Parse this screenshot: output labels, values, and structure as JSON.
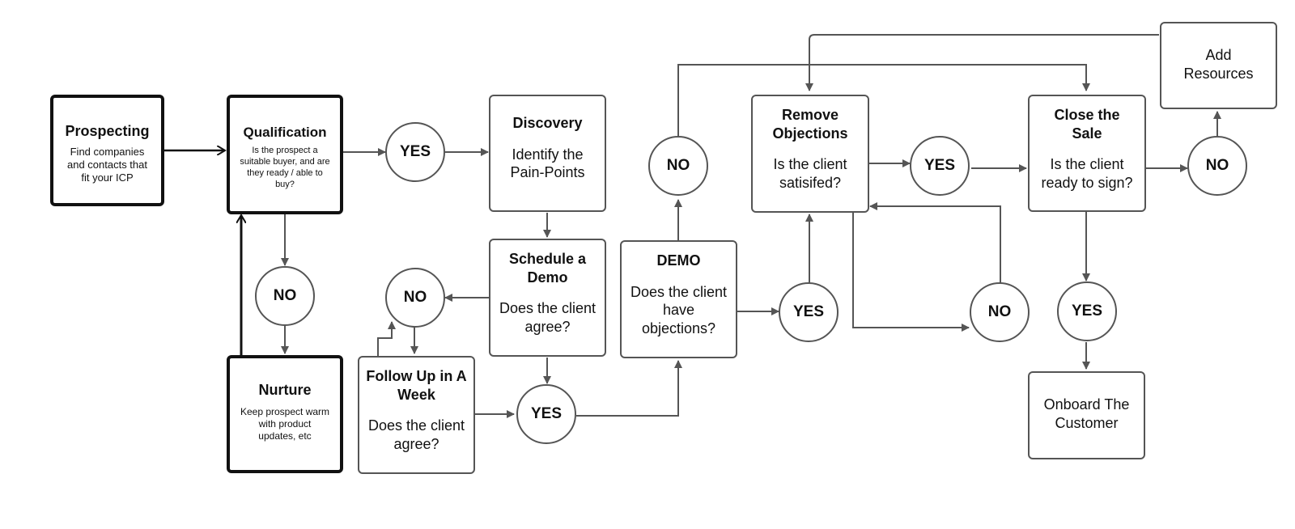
{
  "prospecting": {
    "title": "Prospecting",
    "body": "Find companies and contacts that fit your ICP"
  },
  "qualification": {
    "title": "Qualification",
    "body": "Is the prospect a suitable buyer, and are they ready / able to buy?"
  },
  "nurture": {
    "title": "Nurture",
    "body": "Keep prospect warm with product updates, etc"
  },
  "discovery": {
    "title": "Discovery",
    "body": "Identify the Pain-Points"
  },
  "schedule_demo": {
    "title": "Schedule a Demo",
    "body": "Does the client agree?"
  },
  "follow_up": {
    "title": "Follow Up in A Week",
    "body": "Does the client agree?"
  },
  "demo": {
    "title": "DEMO",
    "body": "Does the client have objections?"
  },
  "remove_objections": {
    "title": "Remove Objections",
    "body": "Is the client satisifed?"
  },
  "close_sale": {
    "title": "Close the Sale",
    "body": "Is the client ready to sign?"
  },
  "add_resources": {
    "body": "Add Resources"
  },
  "onboard": {
    "body": "Onboard The Customer"
  },
  "decisions": {
    "qual_yes": "YES",
    "qual_no": "NO",
    "schedule_no": "NO",
    "follow_yes": "YES",
    "demo_no": "NO",
    "demo_yes": "YES",
    "remove_yes": "YES",
    "remove_no": "NO",
    "close_no": "NO",
    "close_yes": "YES"
  },
  "colors": {
    "line": "#555555",
    "heavy_border": "#111111"
  }
}
